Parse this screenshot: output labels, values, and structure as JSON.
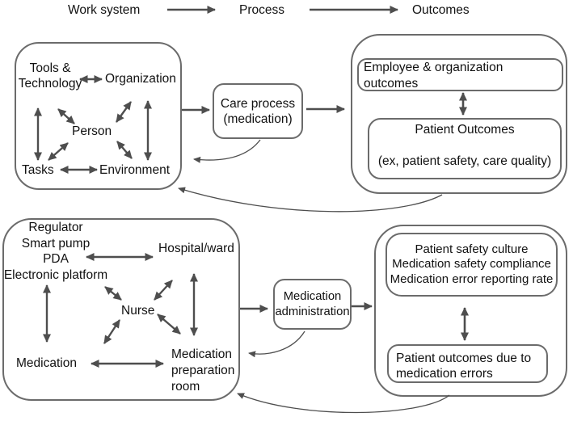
{
  "colors": {
    "arrow": "#4e4e4e",
    "border": "#6b6b6b",
    "text": "#111111"
  },
  "header": {
    "work_system": "Work system",
    "process": "Process",
    "outcomes": "Outcomes"
  },
  "top": {
    "work_system": {
      "tools_technology": "Tools &\nTechnology",
      "organization": "Organization",
      "person": "Person",
      "tasks": "Tasks",
      "environment": "Environment"
    },
    "process": "Care process\n(medication)",
    "outcomes": {
      "employee": "Employee & organization\noutcomes",
      "patient_title": "Patient Outcomes",
      "patient_detail": "(ex, patient safety, care quality)"
    }
  },
  "bottom": {
    "work_system": {
      "tools_stack": "Regulator\nSmart pump\nPDA\nElectronic platform",
      "hospital_ward": "Hospital/ward",
      "nurse": "Nurse",
      "medication": "Medication",
      "medication_prep_room": "Medication\npreparation\nroom"
    },
    "process": "Medication\nadministration",
    "outcomes": {
      "culture": "Patient safety culture\nMedication safety compliance\nMedication error reporting rate",
      "patient": "Patient outcomes due to\nmedication errors"
    }
  }
}
